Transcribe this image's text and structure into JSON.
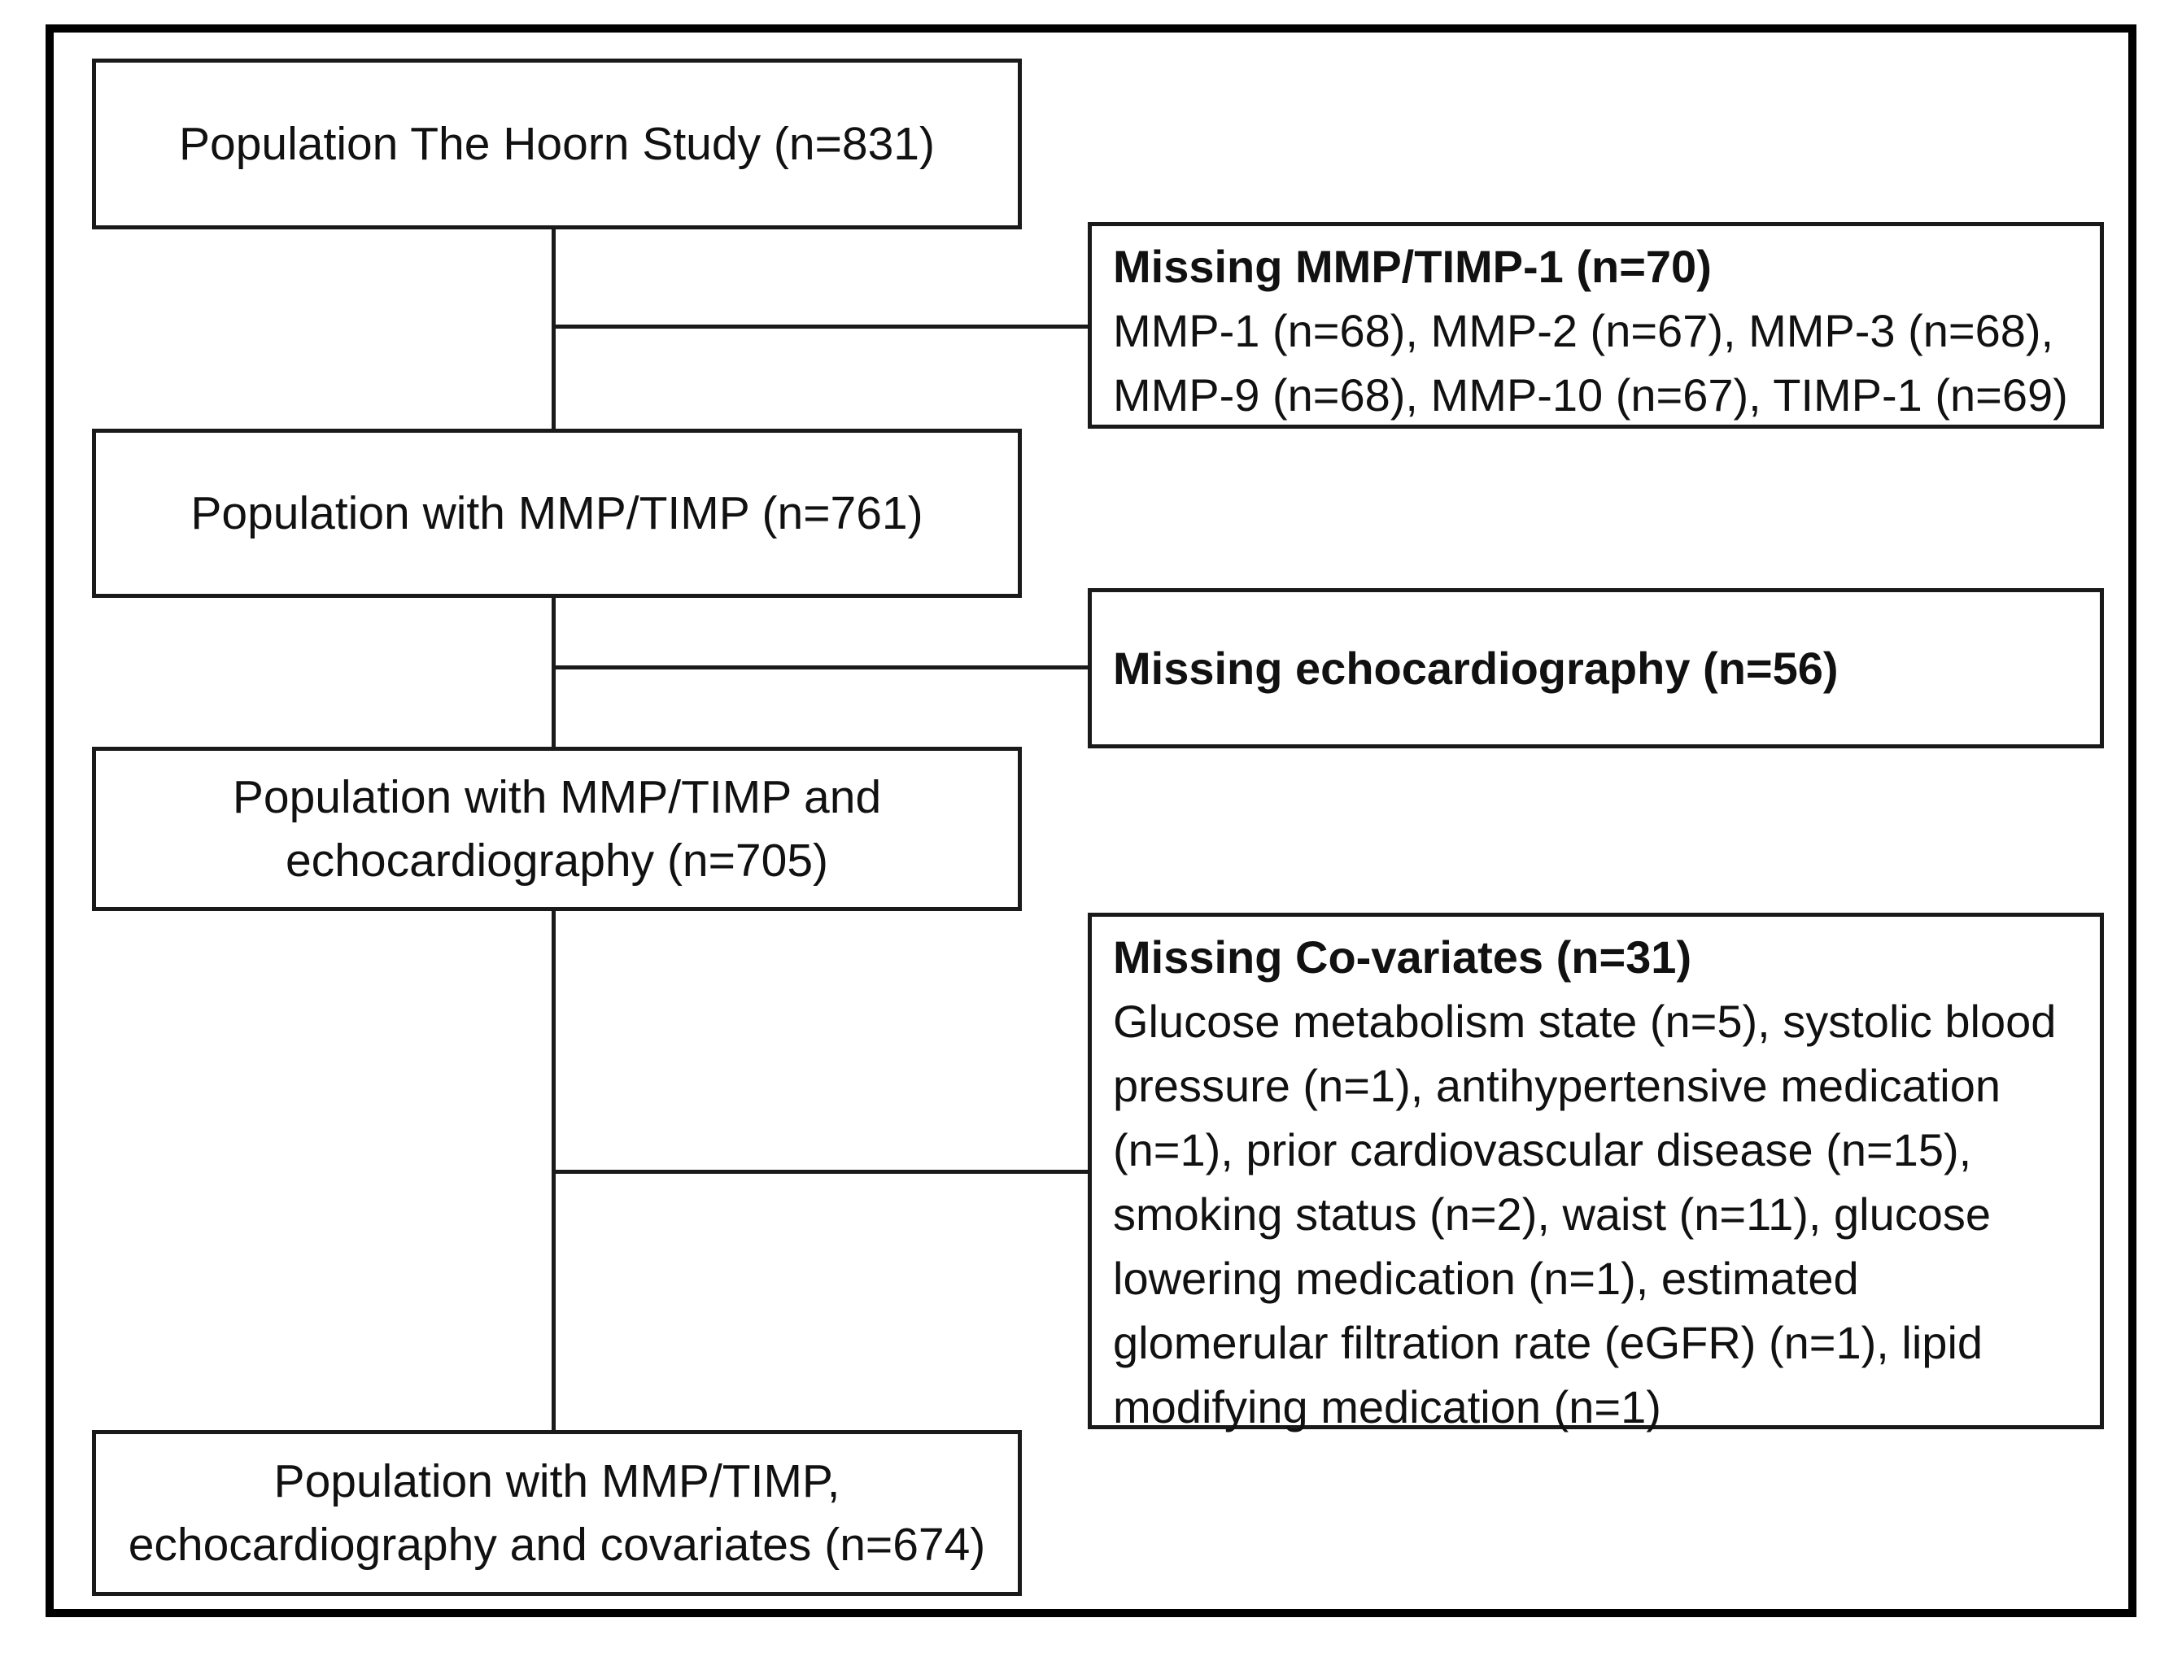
{
  "diagram": {
    "type": "study-population-flowchart",
    "study": "The Hoorn Study",
    "colors": {
      "background": "#ffffff",
      "line": "#1a1a1a",
      "outer_frame": "#000000",
      "text": "#111111"
    },
    "main_boxes": [
      {
        "id": "hoorn-population",
        "n": 831,
        "lines": [
          "Population The Hoorn Study (n=831)"
        ]
      },
      {
        "id": "population-mmp-timp",
        "n": 761,
        "lines": [
          "Population with MMP/TIMP (n=761)"
        ]
      },
      {
        "id": "population-mmp-timp-echo",
        "n": 705,
        "lines": [
          "Population with MMP/TIMP and",
          "echocardiography (n=705)"
        ]
      },
      {
        "id": "population-final",
        "n": 674,
        "lines": [
          "Population with MMP/TIMP,",
          "echocardiography and covariates (n=674)"
        ]
      }
    ],
    "exclusion_boxes": [
      {
        "id": "missing-mmp-timp",
        "n": 70,
        "title": "Missing MMP/TIMP-1 (n=70)",
        "detail_lines": [
          "MMP-1 (n=68), MMP-2 (n=67), MMP-3 (n=68),",
          "MMP-9 (n=68), MMP-10 (n=67), TIMP-1 (n=69)"
        ]
      },
      {
        "id": "missing-echocardiography",
        "n": 56,
        "title": "Missing echocardiography (n=56)",
        "detail_lines": []
      },
      {
        "id": "missing-covariates",
        "n": 31,
        "title": "Missing Co-variates (n=31)",
        "detail_lines": [
          "Glucose metabolism state (n=5), systolic blood",
          "pressure (n=1), antihypertensive medication",
          "(n=1), prior cardiovascular disease (n=15),",
          "smoking status (n=2), waist (n=11), glucose",
          "lowering medication (n=1), estimated",
          "glomerular filtration rate (eGFR) (n=1), lipid",
          "modifying medication (n=1)"
        ]
      }
    ]
  }
}
